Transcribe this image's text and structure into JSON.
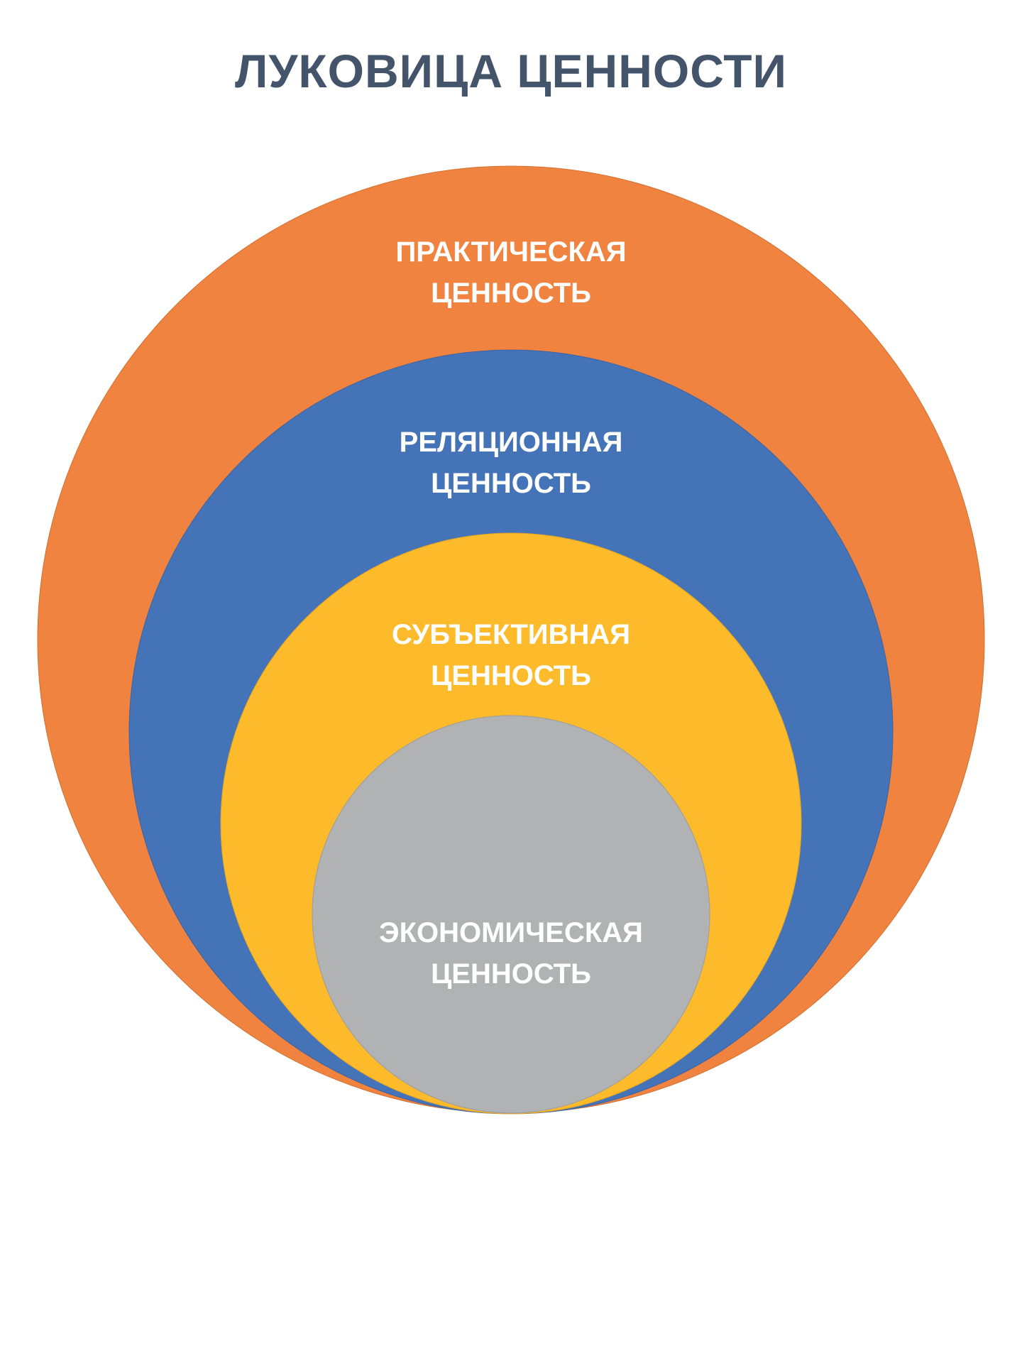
{
  "title": "ЛУКОВИЦА ЦЕННОСТИ",
  "layers": [
    {
      "line1": "ПРАКТИЧЕСКАЯ",
      "line2": "ЦЕННОСТЬ",
      "color": "#F0833F"
    },
    {
      "line1": "РЕЛЯЦИОННАЯ",
      "line2": "ЦЕННОСТЬ",
      "color": "#4473B8"
    },
    {
      "line1": "СУБЪЕКТИВНАЯ",
      "line2": "ЦЕННОСТЬ",
      "color": "#FDBB2C"
    },
    {
      "line1": "ЭКОНОМИЧЕСКАЯ",
      "line2": "ЦЕННОСТЬ",
      "color": "#B1B2B4"
    }
  ]
}
